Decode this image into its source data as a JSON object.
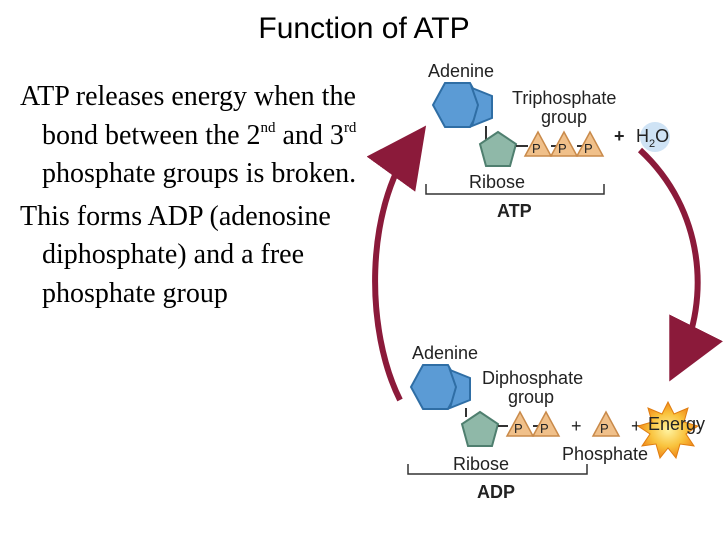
{
  "title": "Function of ATP",
  "bullets": [
    {
      "parts": [
        "ATP releases energy when the bond between the 2",
        "nd",
        " and 3",
        "rd",
        " phosphate groups is broken."
      ]
    },
    {
      "parts": [
        "This forms ADP (adenosine diphosphate) and a free phosphate group"
      ]
    }
  ],
  "diagram": {
    "atp": {
      "adenine": "Adenine",
      "triphosphate_line1": "Triphosphate",
      "triphosphate_line2": "group",
      "ribose": "Ribose",
      "caption": "ATP",
      "phosphates": [
        "P",
        "P",
        "P"
      ],
      "plus": "+",
      "water_main": "H",
      "water_sub": "2",
      "water_o": "O"
    },
    "adp": {
      "adenine": "Adenine",
      "diphosphate_line1": "Diphosphate",
      "diphosphate_line2": "group",
      "ribose": "Ribose",
      "caption": "ADP",
      "phosphates": [
        "P",
        "P"
      ],
      "plus1": "+",
      "free_phosphate": "P",
      "phosphate_label": "Phosphate",
      "plus2": "+",
      "energy": "Energy"
    },
    "colors": {
      "adenine": "#5b9bd5",
      "ribose": "#8fb8a8",
      "phosphate": "#f0c08a",
      "arrow": "#8b1a3a",
      "water": "#cfe3f5",
      "energy": "#f7b733"
    }
  }
}
